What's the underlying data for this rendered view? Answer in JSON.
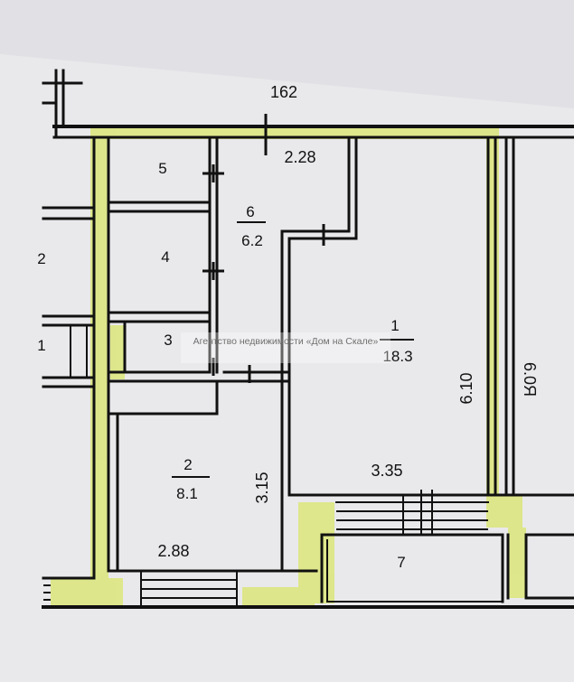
{
  "plan": {
    "dim_top": "162",
    "rooms": [
      {
        "number": "1",
        "area": "18.3"
      },
      {
        "number": "2",
        "area": "8.1"
      },
      {
        "number": "3"
      },
      {
        "number": "4"
      },
      {
        "number": "5"
      },
      {
        "number": "6",
        "area": "6.2"
      },
      {
        "number": "7"
      }
    ],
    "dimensions": {
      "corridor_width": "2.28",
      "room1_height": "6.10",
      "room1_width": "3.35",
      "room2_height": "3.15",
      "room2_width": "2.88",
      "outer_right": "6.0Я"
    },
    "neighbor_labels": {
      "left_upper": "2",
      "left_lower": "1"
    },
    "watermark": "Агентство недвижимости «Дом на Скале»",
    "colors": {
      "paper": "#e9e9ec",
      "wall": "#111111",
      "highlight": "#dce67a"
    }
  }
}
